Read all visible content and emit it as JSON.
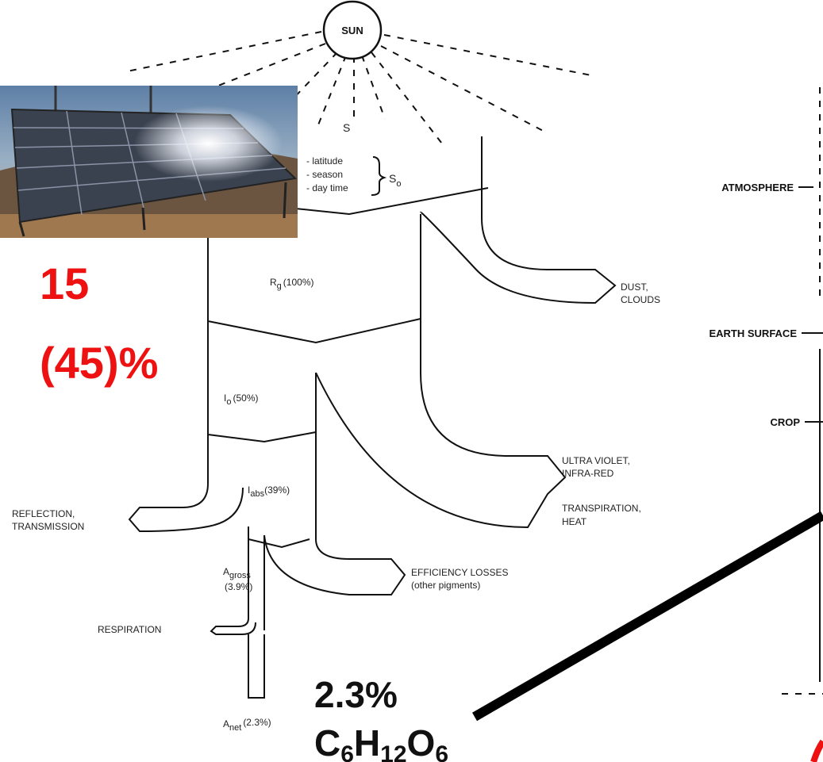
{
  "sun": {
    "label": "SUN"
  },
  "source": {
    "symbol": "S"
  },
  "factors": {
    "items": [
      "- latitude",
      "- season",
      "- day time"
    ],
    "symbol": "S",
    "symbol_sub": "o"
  },
  "stages": {
    "rg": {
      "main": "R",
      "sub": "g",
      "value": "(100%)"
    },
    "io": {
      "main": "I",
      "sub": "o",
      "value": "(50%)"
    },
    "iabs": {
      "main": "I",
      "sub": "abs",
      "value": "(39%)"
    },
    "agross": {
      "main": "A",
      "sub": "gross",
      "value": "(3.9%)"
    },
    "anet": {
      "main": "A",
      "sub": "net",
      "value": "(2.3%)"
    }
  },
  "losses": {
    "dust_line1": "DUST,",
    "dust_line2": "CLOUDS",
    "uv_line1": "ULTRA VIOLET,",
    "uv_line2": "INFRA-RED",
    "transp_line1": "TRANSPIRATION,",
    "transp_line2": "HEAT",
    "reflection_line1": "REFLECTION,",
    "reflection_line2": "TRANSMISSION",
    "efficiency_line1": "EFFICIENCY LOSSES",
    "efficiency_line2": "(other pigments)",
    "respiration": "RESPIRATION"
  },
  "levels": {
    "atmosphere": "ATMOSPHERE",
    "earth_surface": "EARTH SURFACE",
    "crop": "CROP"
  },
  "overlay": {
    "solar_efficiency_line1": "15",
    "solar_efficiency_line2": "(45)%",
    "plant_efficiency": "2.3%",
    "glucose": {
      "c": "C",
      "c_n": "6",
      "h": "H",
      "h_n": "12",
      "o": "O",
      "o_n": "6"
    }
  },
  "colors": {
    "accent": "#ee1111",
    "ink": "#111111"
  }
}
